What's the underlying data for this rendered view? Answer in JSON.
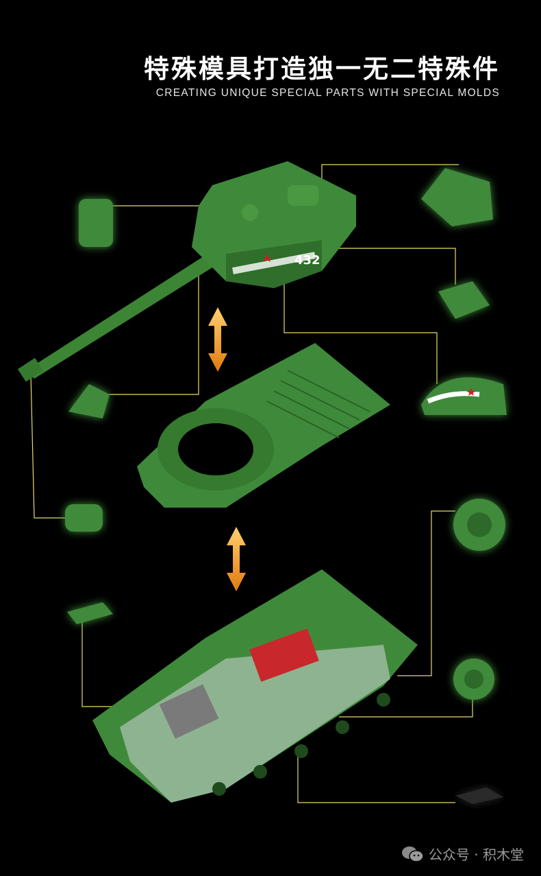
{
  "header": {
    "title": "特殊模具打造独一无二特殊件",
    "subtitle": "CREATING UNIQUE SPECIAL PARTS WITH SPECIAL MOLDS"
  },
  "turret_marking": "432",
  "watermark": {
    "icon": "wechat-icon",
    "text": "公众号 · 积木堂"
  },
  "colors": {
    "background": "#000000",
    "tank_green": "#3f8a3a",
    "leader_line": "#e6dc6e",
    "arrow": "#f0a030"
  }
}
